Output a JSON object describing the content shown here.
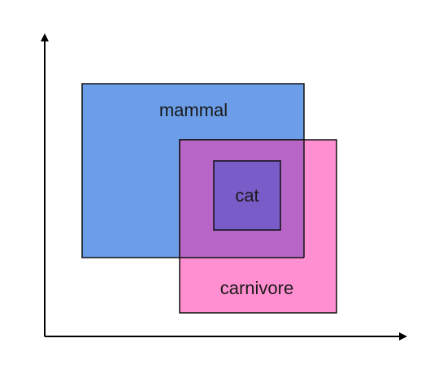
{
  "diagram": {
    "regions": {
      "mammal": {
        "label": "mammal",
        "color": "#6b9de8"
      },
      "carnivore": {
        "label": "carnivore",
        "color": "#ff8fd0"
      },
      "overlap": {
        "color": "#b766c8"
      },
      "cat": {
        "label": "cat",
        "color": "#7a5cc8"
      }
    },
    "axis_color": "#000000",
    "border_color": "#111111"
  }
}
